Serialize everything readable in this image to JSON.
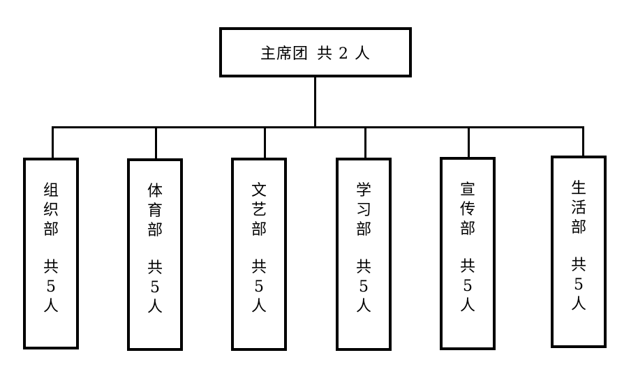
{
  "top": {
    "name": "主席团",
    "count": "共 2 人"
  },
  "departments": [
    {
      "name": [
        "组",
        "织",
        "部"
      ],
      "count": [
        "共",
        "5",
        "人"
      ]
    },
    {
      "name": [
        "体",
        "育",
        "部"
      ],
      "count": [
        "共",
        "5",
        "人"
      ]
    },
    {
      "name": [
        "文",
        "艺",
        "部"
      ],
      "count": [
        "共",
        "5",
        "人"
      ]
    },
    {
      "name": [
        "学",
        "习",
        "部"
      ],
      "count": [
        "共",
        "5",
        "人"
      ]
    },
    {
      "name": [
        "宣",
        "传",
        "部"
      ],
      "count": [
        "共",
        "5",
        "人"
      ]
    },
    {
      "name": [
        "生",
        "活",
        "部"
      ],
      "count": [
        "共",
        "5",
        "人"
      ]
    }
  ]
}
